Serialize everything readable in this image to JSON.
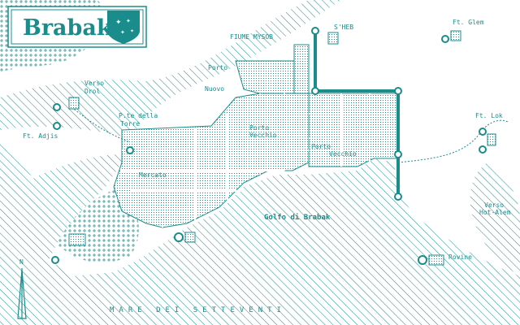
{
  "map": {
    "title": "Brabak",
    "labels": {
      "fiume_mysob": "FIUME MYSOB",
      "sheb": "S'HEB",
      "ft_glem": "Ft. Glem",
      "porto_nuovo_1": "Porto",
      "porto_nuovo_2": "Nuovo",
      "verso_drol_1": "Verso",
      "verso_drol_2": "Drol",
      "ft_adjis": "Ft. Adjis",
      "ponte_1": "P.te della",
      "ponte_2": "Torre",
      "porto_vecchio_a1": "Porto",
      "porto_vecchio_a2": "Vecchio",
      "porto_vecchio_b1": "Porto",
      "porto_vecchio_b2": "Vecchio",
      "ft_lok": "Ft. Lok",
      "mercato": "Mercato",
      "golfo": "Golfo di Brabak",
      "verso_hot_1": "Verso",
      "verso_hot_2": "Hot-Alem",
      "rovine": "Rovine",
      "sea": "MARE DEI SETTEVENTI",
      "north": "N"
    },
    "colors": {
      "ink": "#1a8c8c",
      "paper": "#ffffff"
    },
    "icons": [
      "star-shield-icon",
      "tower-icon",
      "compass-north-icon"
    ]
  }
}
